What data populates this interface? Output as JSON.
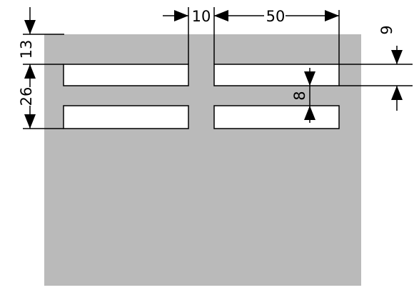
{
  "colors": {
    "panel": "#bababa",
    "slot_fill": "#ffffff",
    "line": "#000000"
  },
  "dimensions": {
    "slot_gap": "10",
    "slot_width": "50",
    "top_offset": "13",
    "slot_pitch": "26",
    "slot_height": "9",
    "slot_spacing": "8"
  }
}
